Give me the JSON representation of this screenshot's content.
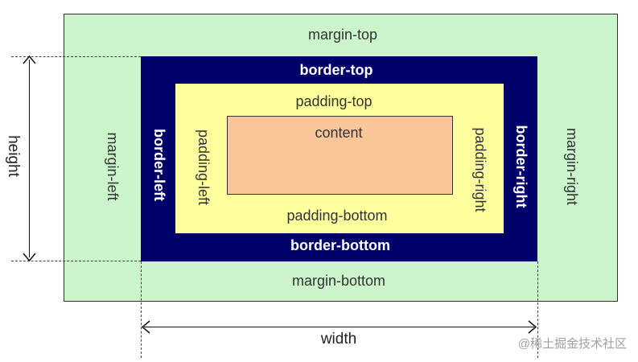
{
  "labels": {
    "margin_top": "margin-top",
    "margin_bottom": "margin-bottom",
    "margin_left": "margin-left",
    "margin_right": "margin-right",
    "border_top": "border-top",
    "border_bottom": "border-bottom",
    "border_left": "border-left",
    "border_right": "border-right",
    "padding_top": "padding-top",
    "padding_bottom": "padding-bottom",
    "padding_left": "padding-left",
    "padding_right": "padding-right",
    "content": "content"
  },
  "dimensions": {
    "height": "height",
    "width": "width"
  },
  "watermark": "@稀土掘金技术社区",
  "colors": {
    "margin": "#ccf5cc",
    "border": "#00006b",
    "padding": "#ffff9e",
    "content": "#fbc59a"
  }
}
